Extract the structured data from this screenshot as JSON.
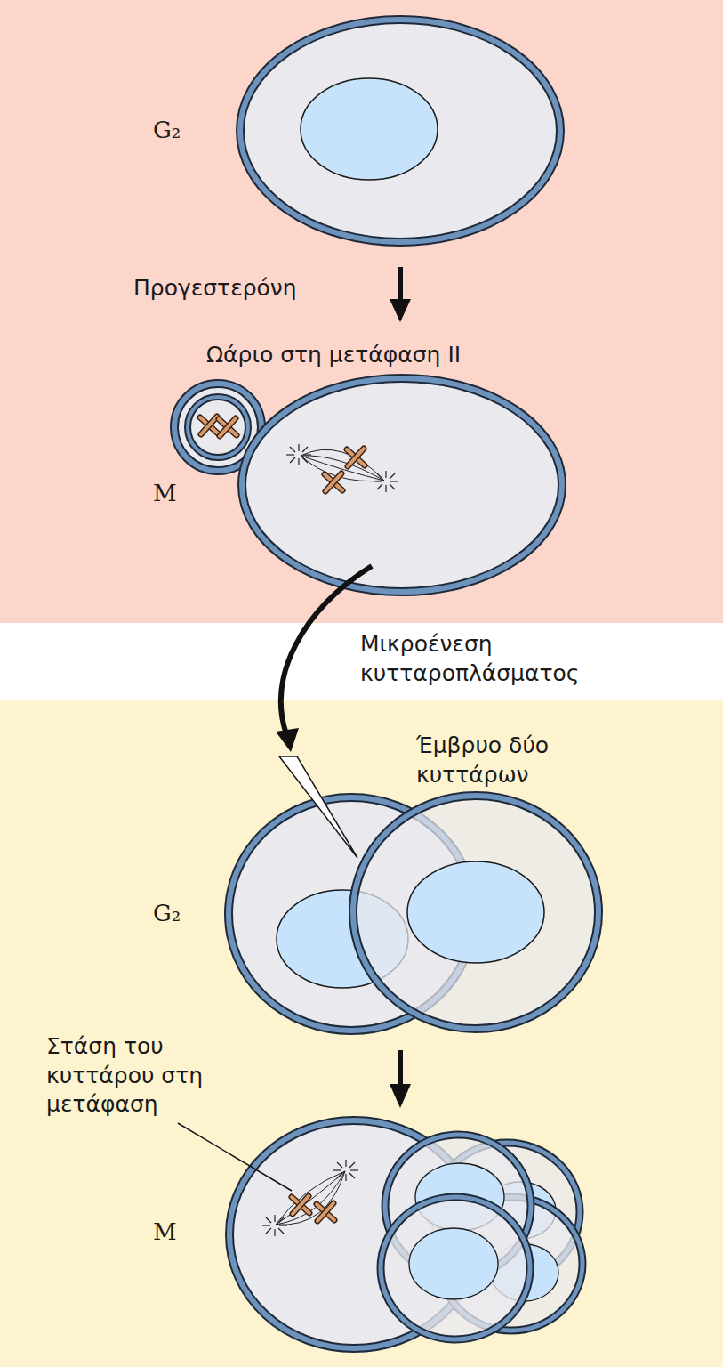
{
  "diagram": {
    "labels": [
      "G₂",
      "Προγεστερόνη",
      "Ωάριο στη μετάφαση II",
      "M",
      "Μικροένεση κυτταροπλάσματος",
      "Έμβρυο δύο κυττάρων",
      "G₂",
      "Στάση του κυττάρου στη μετάφαση",
      "M"
    ]
  }
}
